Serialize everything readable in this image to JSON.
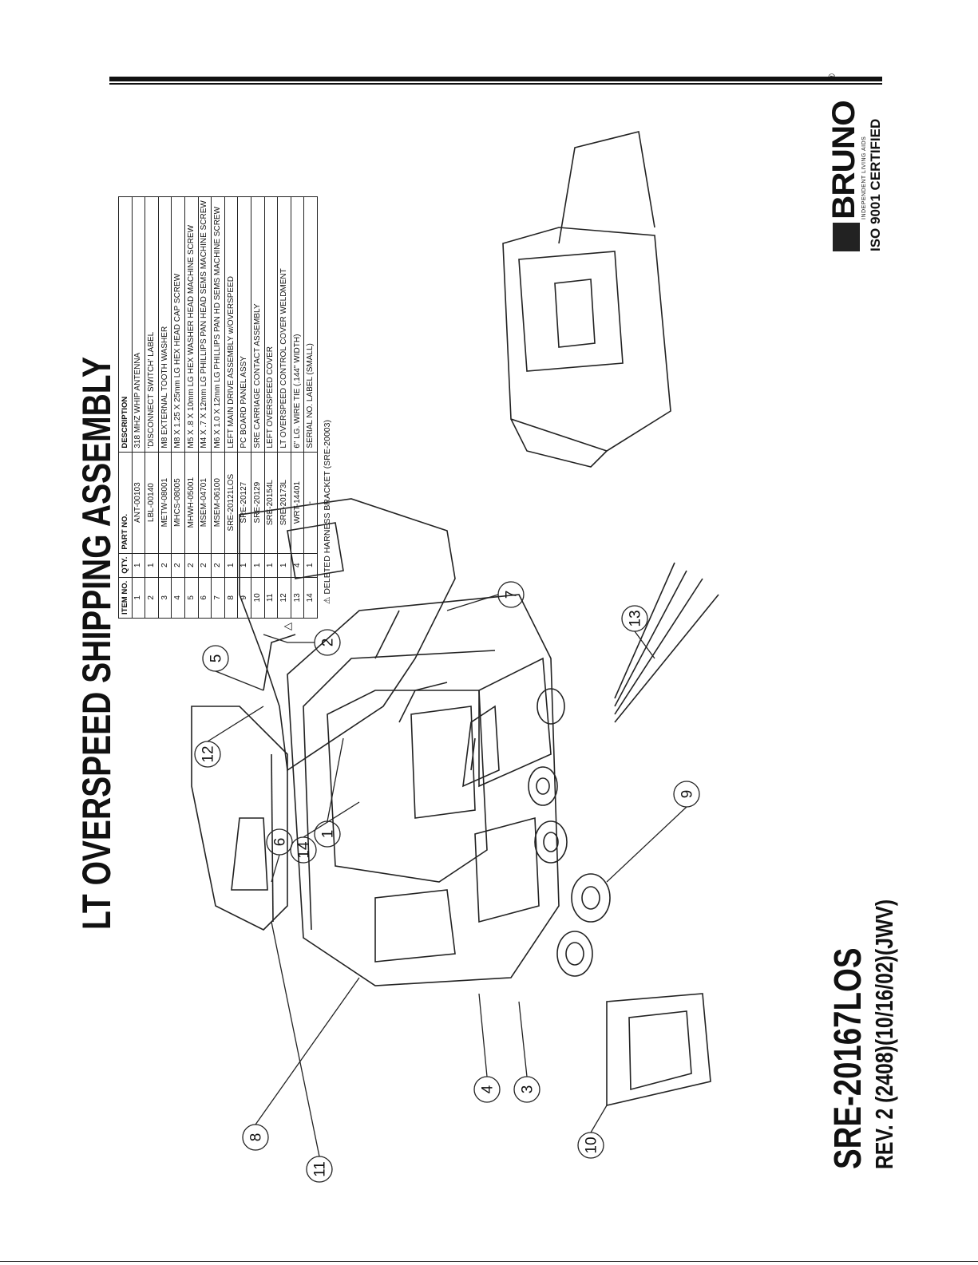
{
  "header": {
    "title": "LT OVERSPEED SHIPPING ASSEMBLY"
  },
  "footer": {
    "part_number": "SRE-20167LOS",
    "revision": "REV. 2 (2408)(10/16/02)(JWV)"
  },
  "bom": {
    "columns": [
      "ITEM NO.",
      "QTY.",
      "PART NO.",
      "DESCRIPTION"
    ],
    "rows": [
      {
        "item": "1",
        "qty": "1",
        "part": "ANT-00103",
        "desc": "318 MHZ WHIP ANTENNA"
      },
      {
        "item": "2",
        "qty": "1",
        "part": "LBL-00140",
        "desc": "'DISCONNECT SWITCH' LABEL"
      },
      {
        "item": "3",
        "qty": "2",
        "part": "METW-08001",
        "desc": "M8 EXTERNAL TOOTH WASHER"
      },
      {
        "item": "4",
        "qty": "2",
        "part": "MHCS-08005",
        "desc": "M8 X 1.25 X 25mm LG HEX HEAD CAP SCREW"
      },
      {
        "item": "5",
        "qty": "2",
        "part": "MHWH-05001",
        "desc": "M5 X .8 X 10mm LG HEX WASHER HEAD MACHINE SCREW"
      },
      {
        "item": "6",
        "qty": "2",
        "part": "MSEM-04701",
        "desc": "M4 X .7 X 12mm LG PHILLIPS PAN HEAD SEMS MACHINE SCREW"
      },
      {
        "item": "7",
        "qty": "2",
        "part": "MSEM-06100",
        "desc": "M6 X 1.0 X 12mm LG PHILLIPS PAN HD SEMS MACHINE SCREW"
      },
      {
        "item": "8",
        "qty": "1",
        "part": "SRE-20121LOS",
        "desc": "LEFT MAIN DRIVE ASSEMBLY w/OVERSPEED"
      },
      {
        "item": "9",
        "qty": "1",
        "part": "SRE-20127",
        "desc": "PC BOARD PANEL ASSY"
      },
      {
        "item": "10",
        "qty": "1",
        "part": "SRE-20129",
        "desc": "SRE CARRIAGE CONTACT ASSEMBLY"
      },
      {
        "item": "11",
        "qty": "1",
        "part": "SRE-20154L",
        "desc": "LEFT OVERSPEED COVER"
      },
      {
        "item": "12",
        "qty": "1",
        "part": "SRE-20173L",
        "desc": "LT OVERSPEED CONTROL COVER WELDMENT"
      },
      {
        "item": "13",
        "qty": "4",
        "part": "WRT-14401",
        "desc": "6\" LG. WIRE TIE (.144\" WIDTH)"
      },
      {
        "item": "14",
        "qty": "1",
        "part": "-",
        "desc": "SERIAL NO. LABEL (SMALL)"
      }
    ]
  },
  "note": {
    "symbol": "⚠",
    "text": "DELETED HARNESS BRACKET (SRE-20003)",
    "marker": "△"
  },
  "logo": {
    "word": "BRUNO",
    "registered": "®",
    "tagline": "INDEPENDENT LIVING AIDS",
    "cert": "ISO 9001 CERTIFIED"
  },
  "callouts": [
    "1",
    "2",
    "3",
    "4",
    "5",
    "6",
    "7",
    "8",
    "9",
    "10",
    "11",
    "12",
    "13",
    "14"
  ]
}
